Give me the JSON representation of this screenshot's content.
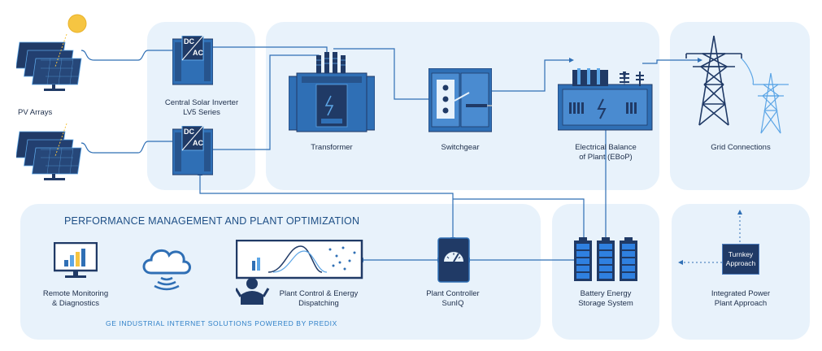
{
  "labels": {
    "pv_arrays": "PV Arrays",
    "inverter_line1": "Central Solar Inverter",
    "inverter_line2": "LV5 Series",
    "transformer": "Transformer",
    "switchgear": "Switchgear",
    "ebop_line1": "Electrical Balance",
    "ebop_line2": "of Plant (EBoP)",
    "grid": "Grid Connections",
    "remote_line1": "Remote Monitoring",
    "remote_line2": "& Diagnostics",
    "control_line1": "Plant Control & Energy",
    "control_line2": "Dispatching",
    "controller_line1": "Plant Controller",
    "controller_line2": "SunIQ",
    "battery_line1": "Battery Energy",
    "battery_line2": "Storage System",
    "integrated_line1": "Integrated Power",
    "integrated_line2": "Plant Approach"
  },
  "inverter_badge": {
    "dc": "DC",
    "ac": "AC"
  },
  "turnkey": {
    "line1": "Turnkey",
    "line2": "Approach"
  },
  "section": {
    "title": "PERFORMANCE MANAGEMENT AND PLANT OPTIMIZATION",
    "subtitle": "GE INDUSTRIAL INTERNET SOLUTIONS POWERED BY PREDIX"
  },
  "colors": {
    "panel": "#e8f2fb",
    "navy": "#203a66",
    "blue": "#2f6fb5",
    "light_blue": "#5da6e6",
    "sun": "#f6c542"
  }
}
